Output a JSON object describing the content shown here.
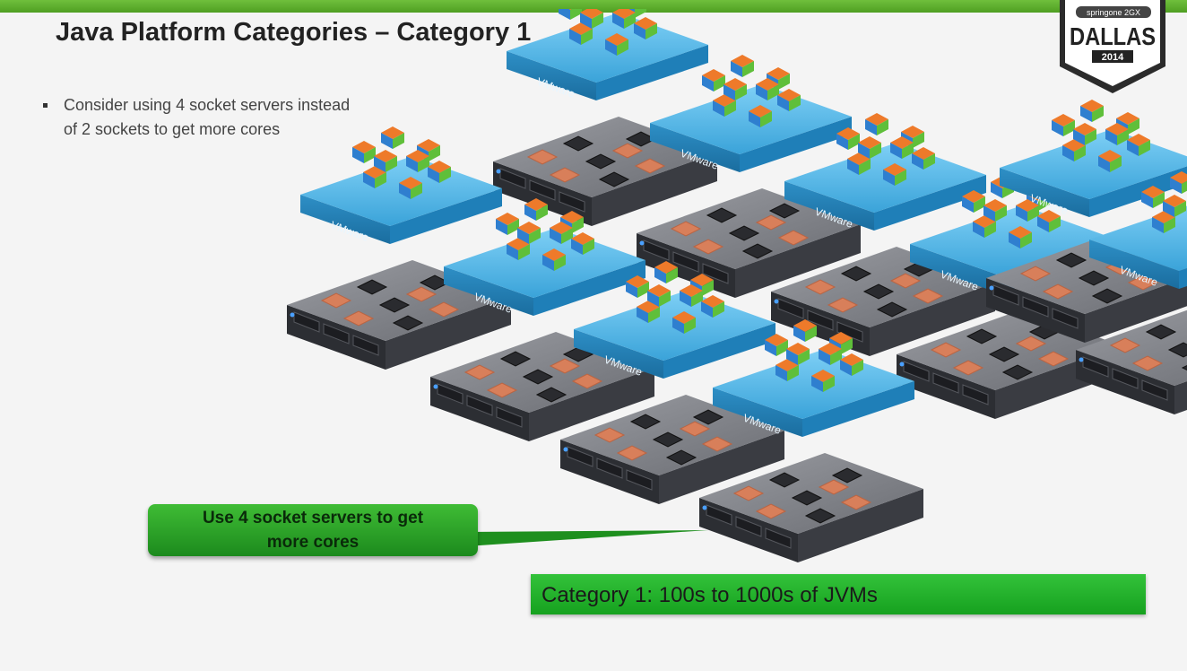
{
  "slide": {
    "title": "Java Platform Categories – Category 1",
    "bullets": [
      "Consider using 4 socket servers instead of 2 sockets to get more cores"
    ],
    "callout": "Use 4 socket servers to get more cores",
    "category_label": "Category 1: 100s to 1000s of JVMs"
  },
  "logo": {
    "brand": "springone 2GX",
    "city": "DALLAS",
    "year": "2014"
  },
  "diagram": {
    "platform_label": "VMware",
    "host_count": 10,
    "colors": {
      "platform": "#3aa3d9",
      "server": "#3a3c42",
      "accent_green": "#2fae2f",
      "vm_orange": "#ee7a2a",
      "vm_blue": "#2f7fcf",
      "vm_green": "#5fbf3a"
    }
  }
}
